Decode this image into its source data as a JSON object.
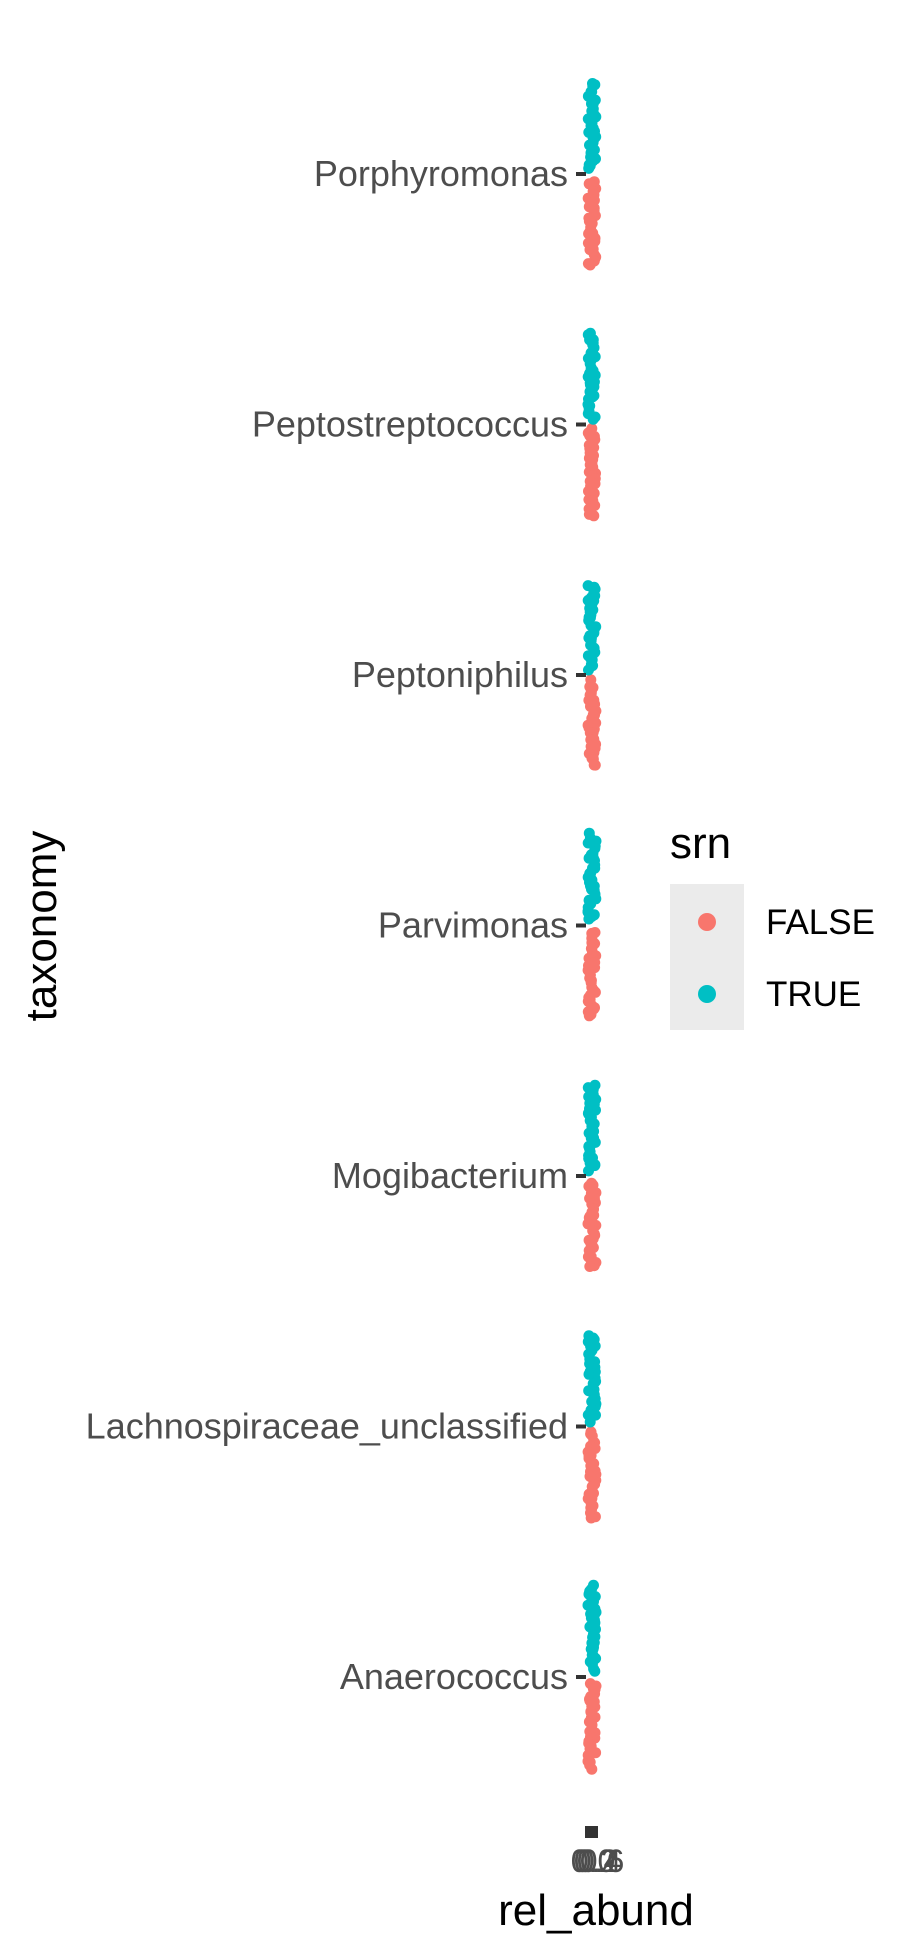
{
  "chart_data": {
    "type": "scatter",
    "xlabel": "rel_abund",
    "ylabel": "taxonomy",
    "categories": [
      "Anaerococcus",
      "Lachnospiraceae_unclassified",
      "Mogibacterium",
      "Parvimonas",
      "Peptoniphilus",
      "Peptostreptococcus",
      "Porphyromonas"
    ],
    "x_tick_labels": [
      "0.0",
      "0.2",
      "0.4",
      "0.6"
    ],
    "legend": {
      "title": "srn",
      "position": "right",
      "entries": [
        {
          "label": "FALSE",
          "color": "#F8766D"
        },
        {
          "label": "TRUE",
          "color": "#00BFC4"
        }
      ]
    },
    "series": [
      {
        "name": "FALSE",
        "color": "#F8766D",
        "y_offset": "below",
        "points_per_category": 35,
        "x_range": [
          0.0,
          0.02
        ]
      },
      {
        "name": "TRUE",
        "color": "#00BFC4",
        "y_offset": "above",
        "points_per_category": 35,
        "x_range": [
          0.0,
          0.02
        ]
      }
    ],
    "grid": false
  }
}
